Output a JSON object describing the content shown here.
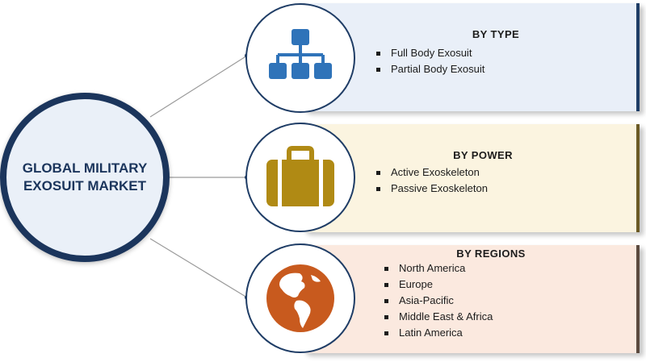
{
  "hub": {
    "title": "GLOBAL MILITARY EXOSUIT MARKET"
  },
  "segments": [
    {
      "heading": "BY TYPE",
      "icon": "hierarchy-icon",
      "color": "#2f73b9",
      "items": [
        "Full Body Exosuit",
        "Partial Body Exosuit"
      ]
    },
    {
      "heading": "BY POWER",
      "icon": "briefcase-icon",
      "color": "#b08a14",
      "items": [
        "Active Exoskeleton",
        "Passive Exoskeleton"
      ]
    },
    {
      "heading": "BY REGIONS",
      "icon": "globe-icon",
      "color": "#c85a1e",
      "items": [
        "North America",
        "Europe",
        "Asia-Pacific",
        "Middle East & Africa",
        "Latin America"
      ]
    }
  ]
}
